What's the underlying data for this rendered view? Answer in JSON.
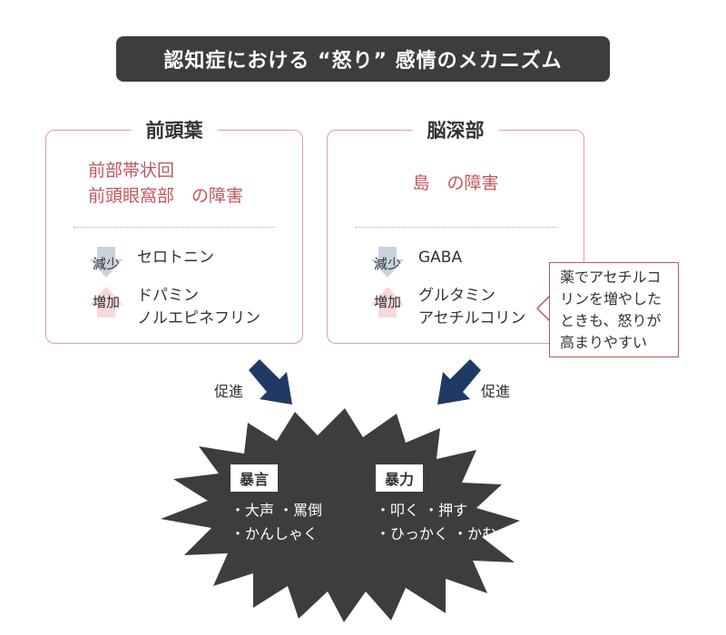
{
  "title": "認知症における “怒り” 感情のメカニズム",
  "left_panel": {
    "label": "前頭葉",
    "region_lines": [
      "前部帯状回",
      "前頭眼窩部　の障害"
    ],
    "decrease": {
      "badge": "減少",
      "items": [
        "セロトニン"
      ]
    },
    "increase": {
      "badge": "増加",
      "items": [
        "ドパミン",
        "ノルエピネフリン"
      ]
    }
  },
  "right_panel": {
    "label": "脳深部",
    "region_lines": [
      "島　の障害"
    ],
    "decrease": {
      "badge": "減少",
      "items": [
        "GABA"
      ]
    },
    "increase": {
      "badge": "増加",
      "items": [
        "グルタミン",
        "アセチルコリン"
      ]
    }
  },
  "callout": {
    "lines": [
      "薬でアセチルコ",
      "リンを増やした",
      "ときも、怒りが",
      "高まりやすい"
    ]
  },
  "promote_label_left": "促進",
  "promote_label_right": "促進",
  "burst": {
    "verbal": {
      "heading": "暴言",
      "items": [
        "・大声 ・罵倒",
        "・かんしゃく"
      ]
    },
    "physical": {
      "heading": "暴力",
      "items": [
        "・叩く ・押す",
        "・ひっかく ・かむ"
      ]
    }
  },
  "colors": {
    "accent": "#c0575b",
    "border": "#d9a2a2",
    "dark": "#3d3d3d",
    "navy": "#1f3a64",
    "badge_down": "#c9d3df",
    "badge_up": "#f6d9da"
  }
}
